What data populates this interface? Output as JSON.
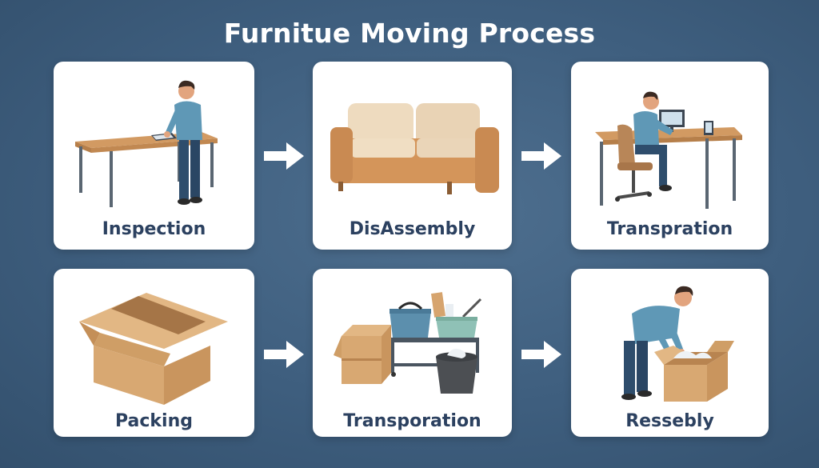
{
  "title": "Furnitue Moving Process",
  "steps": [
    {
      "label": "Inspection",
      "icon": "person-inspecting-table-icon"
    },
    {
      "label": "DisAssembly",
      "icon": "sofa-icon"
    },
    {
      "label": "Transpration",
      "icon": "person-at-desk-computer-icon"
    },
    {
      "label": "Packing",
      "icon": "cardboard-box-icon"
    },
    {
      "label": "Transporation",
      "icon": "cart-with-bins-icon"
    },
    {
      "label": "Ressebly",
      "icon": "person-unpacking-box-icon"
    }
  ],
  "arrow_icon": "right-arrow-icon",
  "colors": {
    "background": "#3e5e7e",
    "card": "#ffffff",
    "label_text": "#2c4160",
    "wood": "#d29a62",
    "shirt": "#5f98b6",
    "pants": "#2e4d6c",
    "cardboard": "#d8a872"
  }
}
